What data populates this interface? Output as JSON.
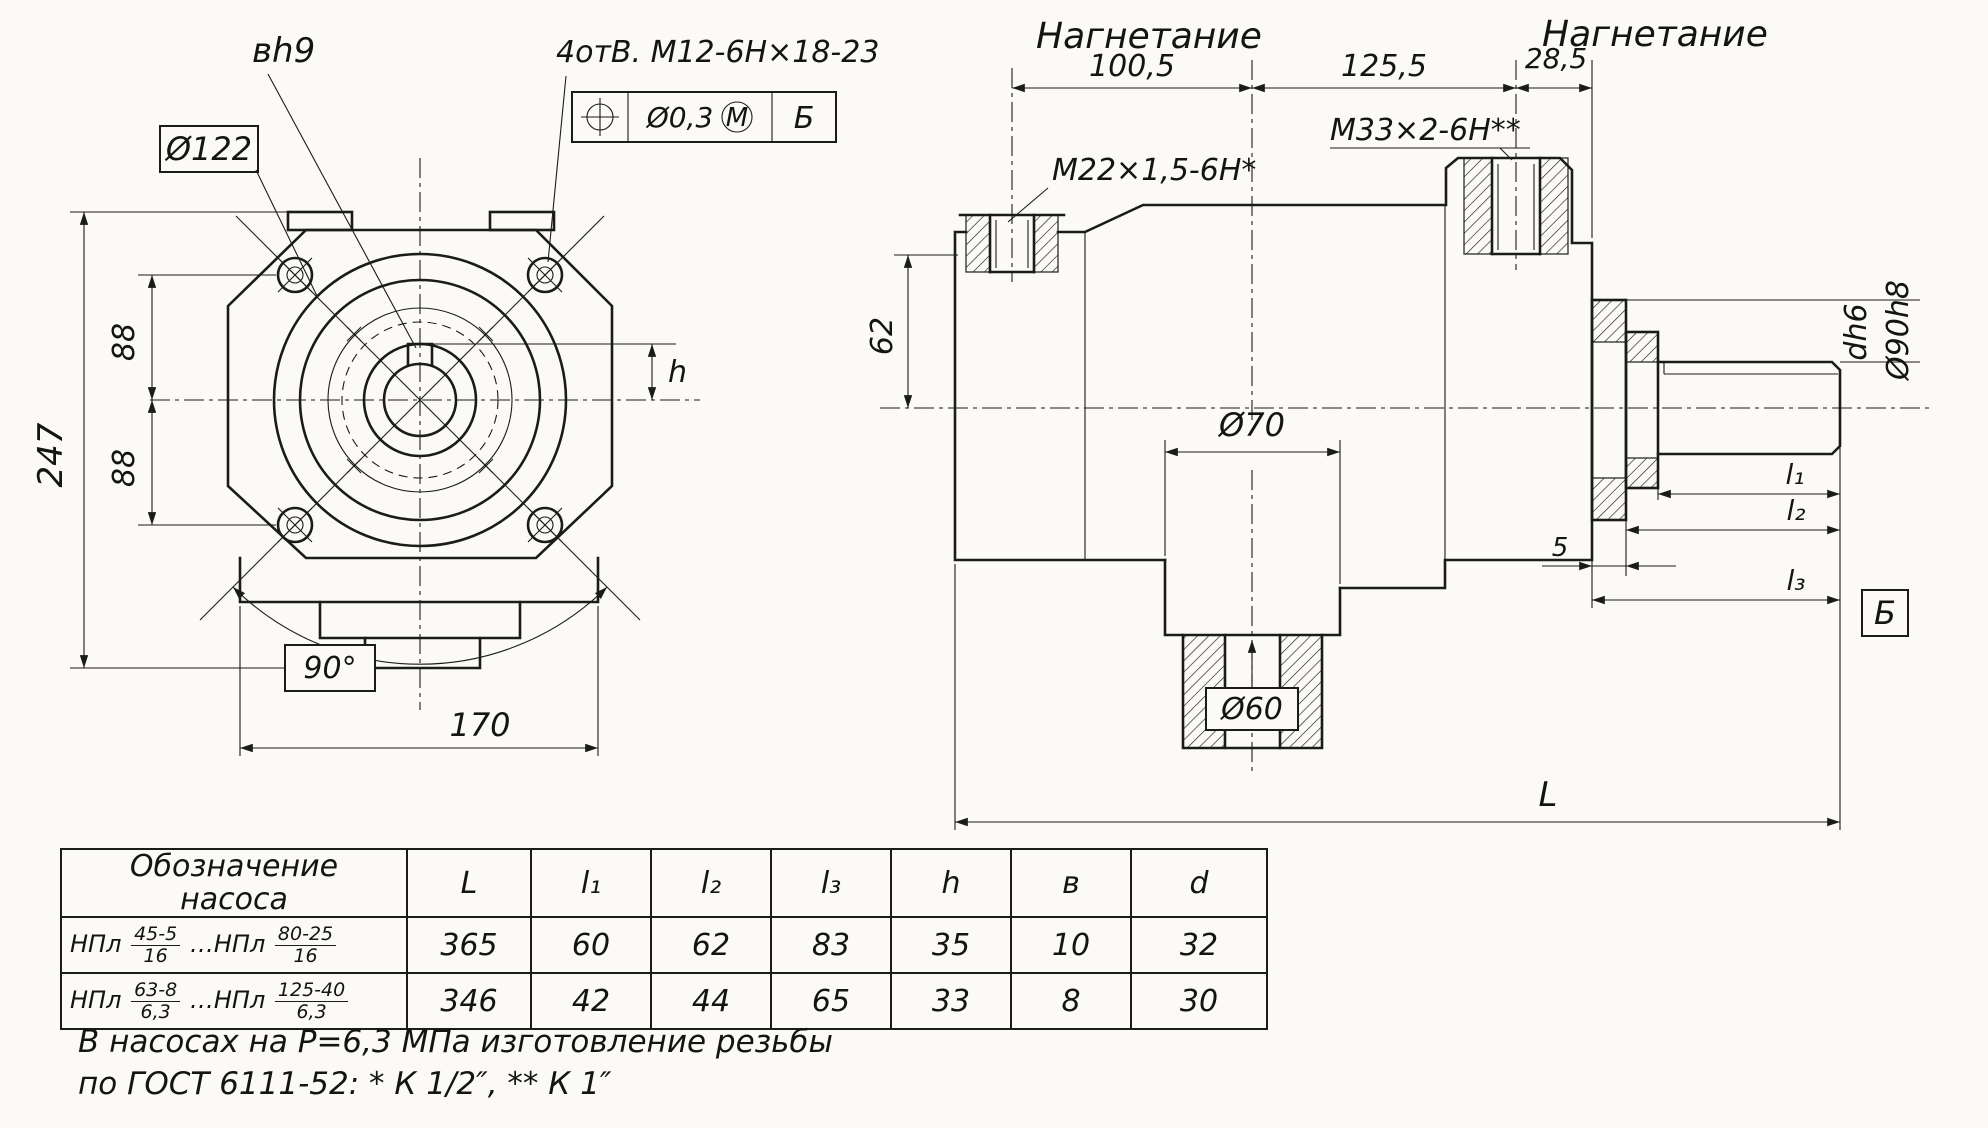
{
  "front_view": {
    "keyway_label": "вh9",
    "holes_label": "4отВ. М12-6Н×18-23",
    "gdt": {
      "dia_tol": "Ø0,3",
      "modifier": "М",
      "datum": "Б"
    },
    "dia_flange": "Ø122",
    "dim_height": "247",
    "dim_88_upper": "88",
    "dim_88_lower": "88",
    "dim_h": "h",
    "dim_width": "170",
    "angle": "90°"
  },
  "side_view": {
    "label_discharge_left": "Нагнетание",
    "label_discharge_right": "Нагнетание",
    "dim_100_5": "100,5",
    "dim_125_5": "125,5",
    "dim_28_5": "28,5",
    "thread_m22": "М22×1,5-6Н*",
    "thread_m33": "М33×2-6Н**",
    "dim_62": "62",
    "dia_70": "Ø70",
    "dia_60": "Ø60",
    "shaft_d": "dh6",
    "shaft_flange": "Ø90h8",
    "dim_l1": "l₁",
    "dim_l2": "l₂",
    "dim_5": "5",
    "dim_l3": "l₃",
    "datum_b": "Б",
    "dim_L": "L"
  },
  "table": {
    "headers": {
      "designation_line1": "Обозначение",
      "designation_line2": "насоса",
      "L": "L",
      "l1": "l₁",
      "l2": "l₂",
      "l3": "l₃",
      "h": "h",
      "b": "в",
      "d": "d"
    },
    "rows": [
      {
        "p1": "НПл",
        "f1n": "45-5",
        "f1d": "16",
        "mid": "…НПл",
        "f2n": "80-25",
        "f2d": "16",
        "L": "365",
        "l1": "60",
        "l2": "62",
        "l3": "83",
        "h": "35",
        "b": "10",
        "d": "32"
      },
      {
        "p1": "НПл",
        "f1n": "63-8",
        "f1d": "6,3",
        "mid": "…НПл",
        "f2n": "125-40",
        "f2d": "6,3",
        "L": "346",
        "l1": "42",
        "l2": "44",
        "l3": "65",
        "h": "33",
        "b": "8",
        "d": "30"
      }
    ]
  },
  "notes": {
    "line1": "В насосах на Р=6,3 МПа изготовление резьбы",
    "line2": "по ГОСТ 6111-52: * К 1/2″,  ** К 1″"
  }
}
